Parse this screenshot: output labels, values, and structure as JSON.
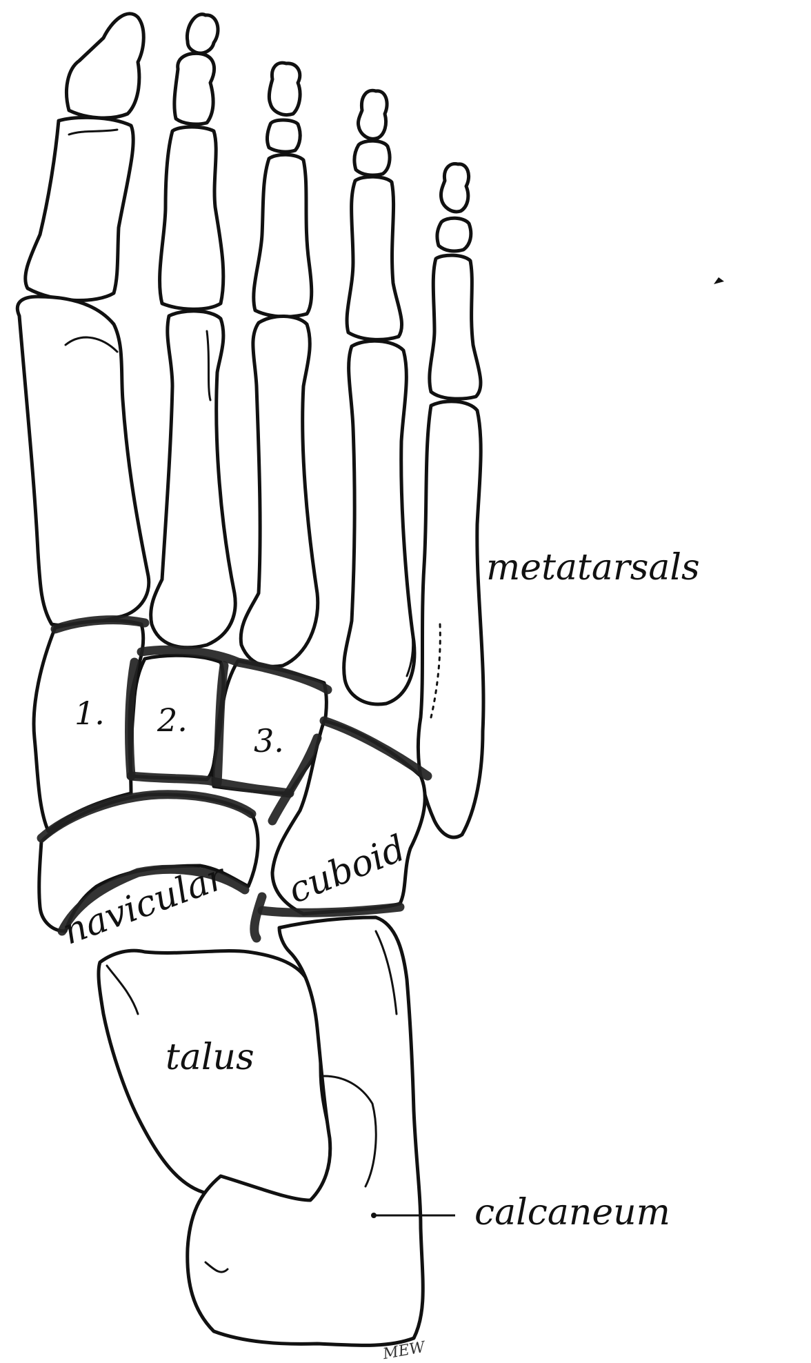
{
  "labels": {
    "metatarsals": "metatarsals",
    "calcaneum": "calcaneum",
    "talus": "talus",
    "navicular": "navicular",
    "cuboid": "cuboid",
    "cuneiform_1": "1.",
    "cuneiform_2": "2.",
    "cuneiform_3": "3."
  },
  "signature": "MEW"
}
